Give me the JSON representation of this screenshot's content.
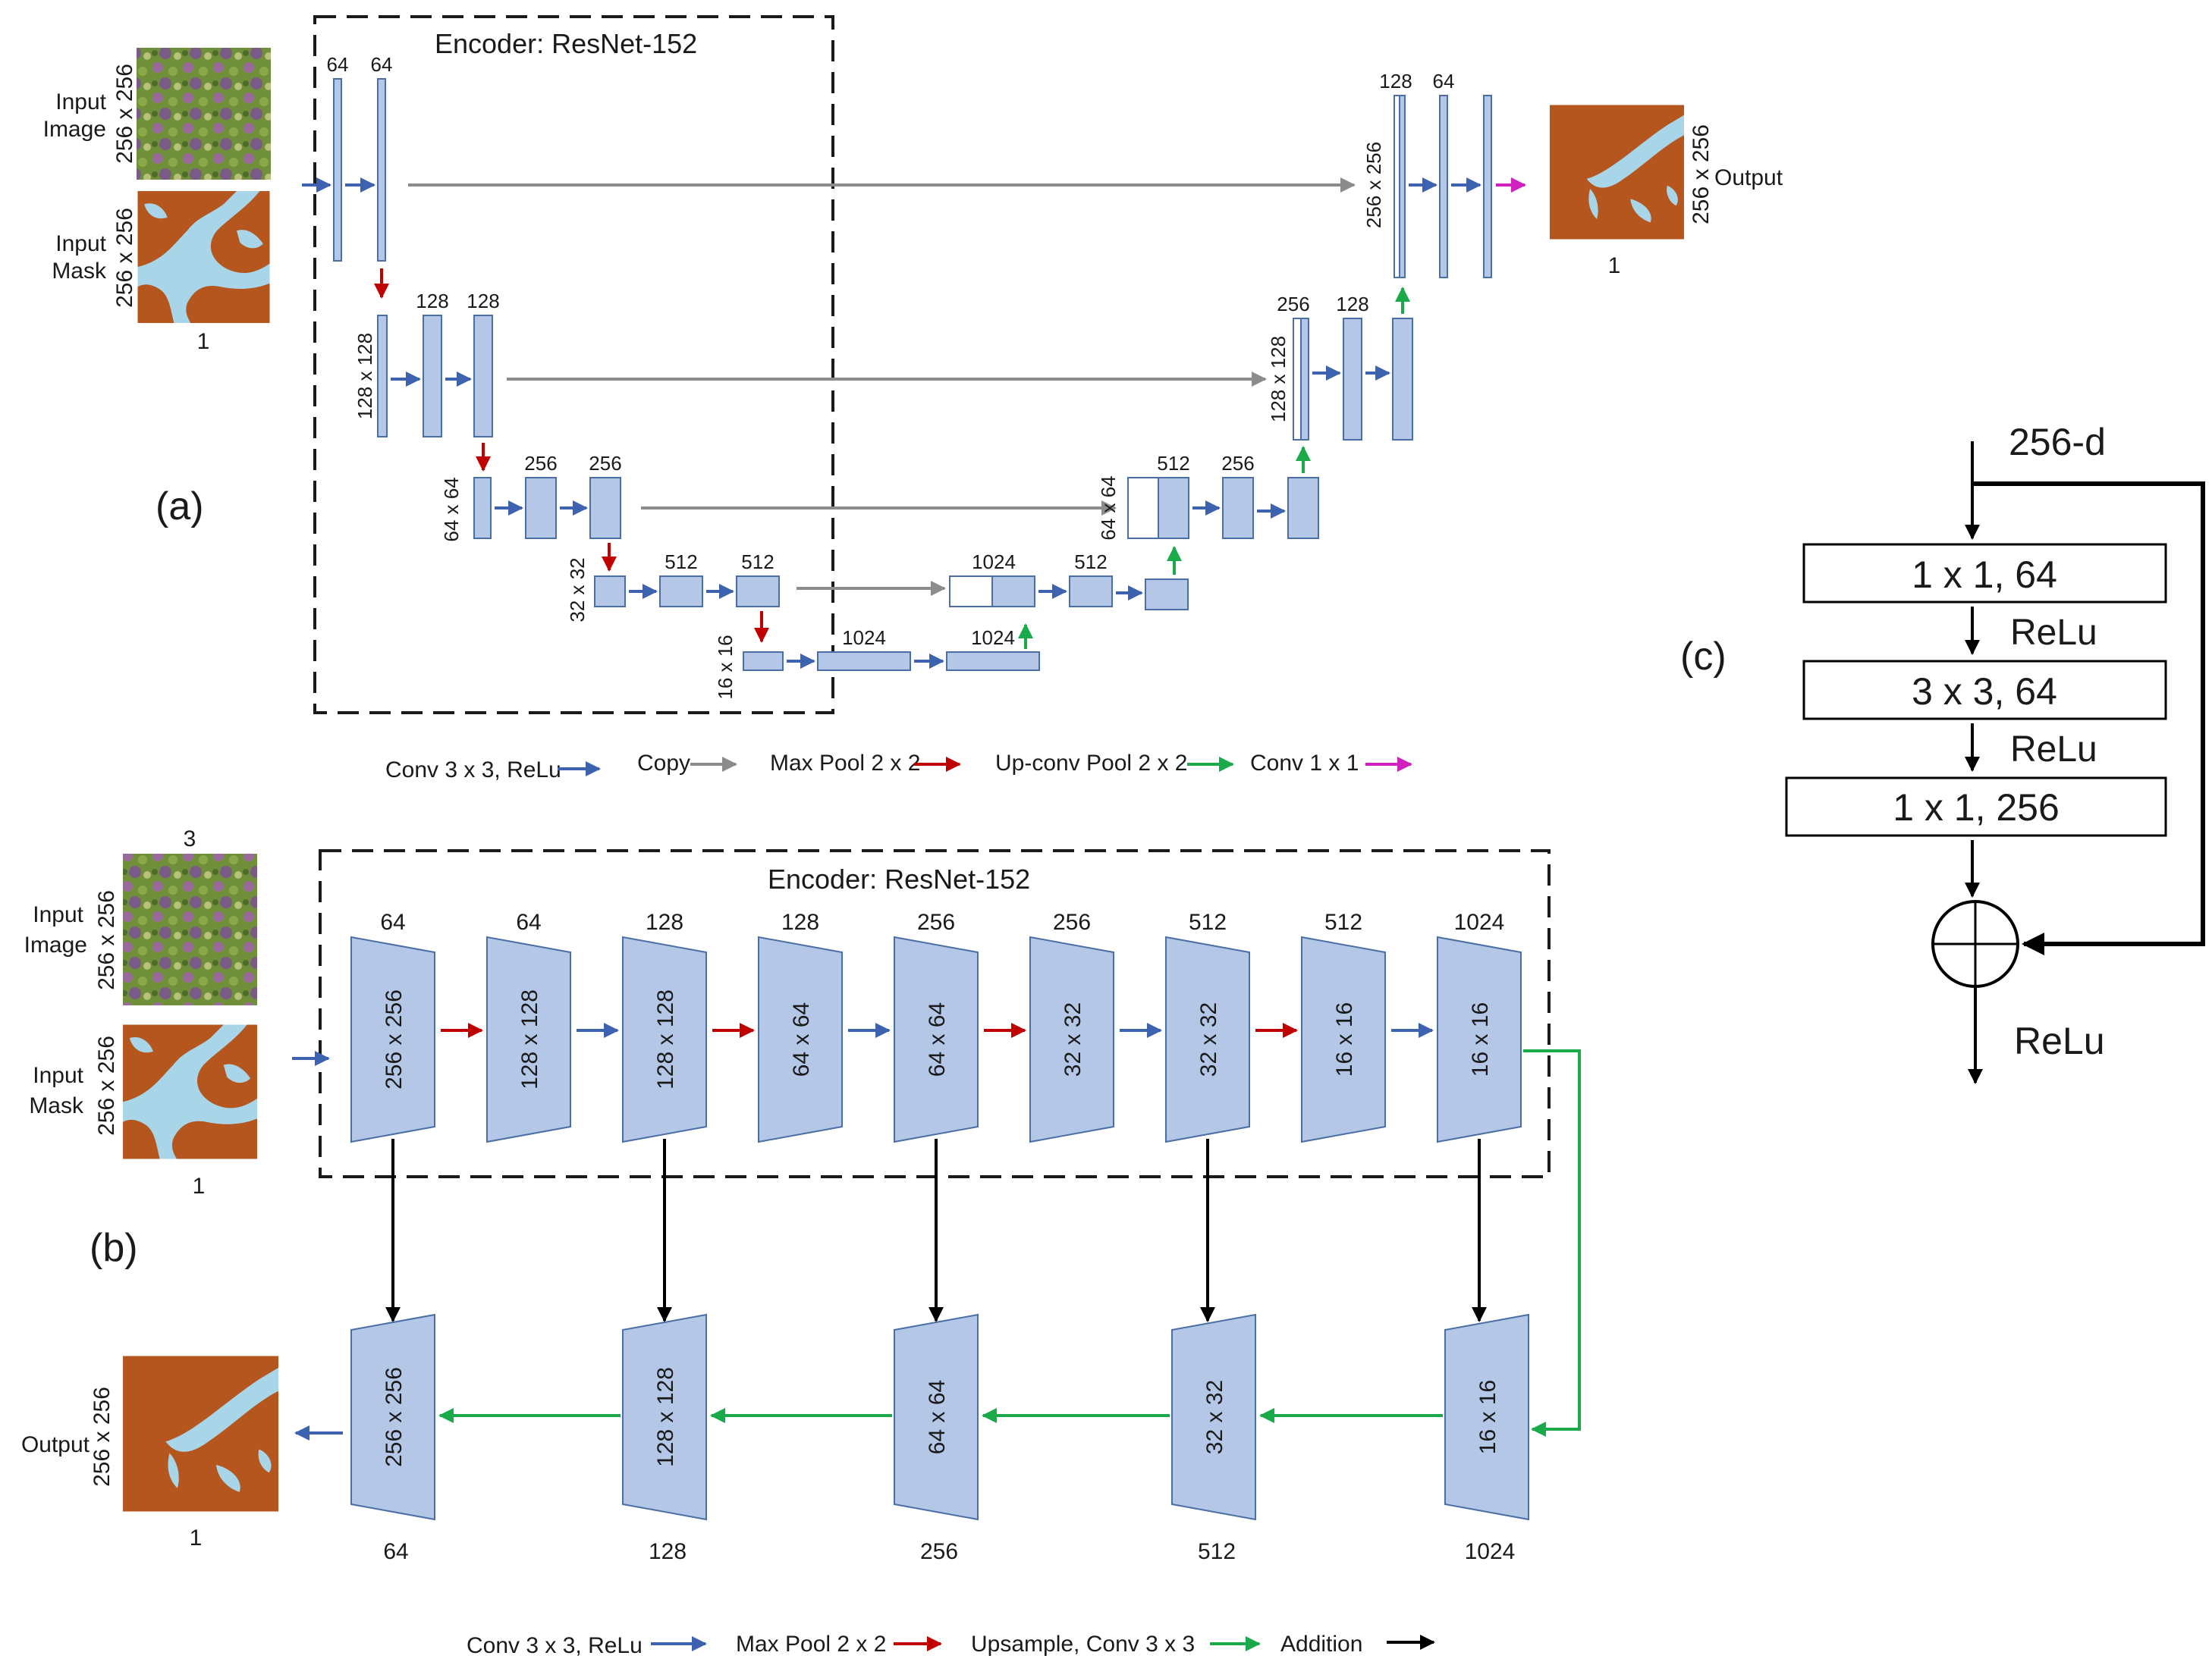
{
  "panels": {
    "a": "(a)",
    "b": "(b)",
    "c": "(c)"
  },
  "colors": {
    "block_fill": "#b4c7e7",
    "block_stroke": "#4a6fa5",
    "conv": "#3d63b0",
    "copy": "#8c8c8c",
    "maxpool": "#c00000",
    "upconv": "#1aaa4a",
    "conv1x1": "#d020c0",
    "addition": "#000000",
    "mask_brown": "#b5561e",
    "mask_blue": "#a8d5e8"
  },
  "icons": [
    "aerial-image-thumbnail",
    "mask-thumbnail",
    "output-mask-thumbnail",
    "adder-icon"
  ],
  "panel_a": {
    "encoder_title": "Encoder: ResNet-152",
    "input_image_label": [
      "Input",
      "Image"
    ],
    "input_mask_label": [
      "Input",
      "Mask"
    ],
    "input_size": "256 x 256",
    "mask_size": "256 x 256",
    "mask_channels": "1",
    "output_label": "Output",
    "output_size": "256 x 256",
    "output_channels": "1",
    "level_sizes": [
      "256 x 256",
      "128 x 128",
      "64 x 64",
      "32 x 32",
      "16 x 16"
    ],
    "enc_l1": [
      "64",
      "64"
    ],
    "enc_l2": [
      "128",
      "128"
    ],
    "enc_l3": [
      "256",
      "256"
    ],
    "enc_l4": [
      "512",
      "512"
    ],
    "bottom": [
      "1024",
      "1024"
    ],
    "dec_l4": [
      "1024",
      "512"
    ],
    "dec_l3": [
      "512",
      "256"
    ],
    "dec_l2": [
      "256",
      "128"
    ],
    "dec_l1": [
      "128",
      "64"
    ],
    "dec_size_l1": "256 x 256",
    "dec_size_l2": "128 x 128",
    "dec_size_l3": "64 x 64",
    "legend": {
      "conv": "Conv 3 x 3, ReLu",
      "copy": "Copy",
      "maxpool": "Max Pool 2 x 2",
      "upconv": "Up-conv Pool 2 x 2",
      "conv1x1": "Conv 1 x 1"
    }
  },
  "panel_b": {
    "encoder_title": "Encoder: ResNet-152",
    "input_channels": "3",
    "input_image_label": [
      "Input",
      "Image"
    ],
    "input_mask_label": [
      "Input",
      "Mask"
    ],
    "input_size": "256 x 256",
    "mask_size": "256 x 256",
    "mask_channels": "1",
    "output_label": "Output",
    "output_size": "256 x 256",
    "output_channels": "1",
    "encoder_blocks": [
      {
        "channels": "64",
        "size": "256 x 256"
      },
      {
        "channels": "64",
        "size": "128 x 128"
      },
      {
        "channels": "128",
        "size": "128 x 128"
      },
      {
        "channels": "128",
        "size": "64 x 64"
      },
      {
        "channels": "256",
        "size": "64 x 64"
      },
      {
        "channels": "256",
        "size": "32 x 32"
      },
      {
        "channels": "512",
        "size": "32 x 32"
      },
      {
        "channels": "512",
        "size": "16 x 16"
      },
      {
        "channels": "1024",
        "size": "16 x 16"
      }
    ],
    "decoder_blocks": [
      {
        "channels": "64",
        "size": "256 x 256"
      },
      {
        "channels": "128",
        "size": "128 x 128"
      },
      {
        "channels": "256",
        "size": "64 x 64"
      },
      {
        "channels": "512",
        "size": "32 x 32"
      },
      {
        "channels": "1024",
        "size": "16 x 16"
      }
    ],
    "legend": {
      "conv": "Conv 3 x 3, ReLu",
      "maxpool": "Max Pool 2 x 2",
      "upsample": "Upsample, Conv 3 x 3",
      "addition": "Addition"
    }
  },
  "panel_c": {
    "input_dim": "256-d",
    "layers": [
      "1 x 1, 64",
      "3 x 3, 64",
      "1 x 1, 256"
    ],
    "activations": [
      "ReLu",
      "ReLu",
      "ReLu"
    ]
  }
}
